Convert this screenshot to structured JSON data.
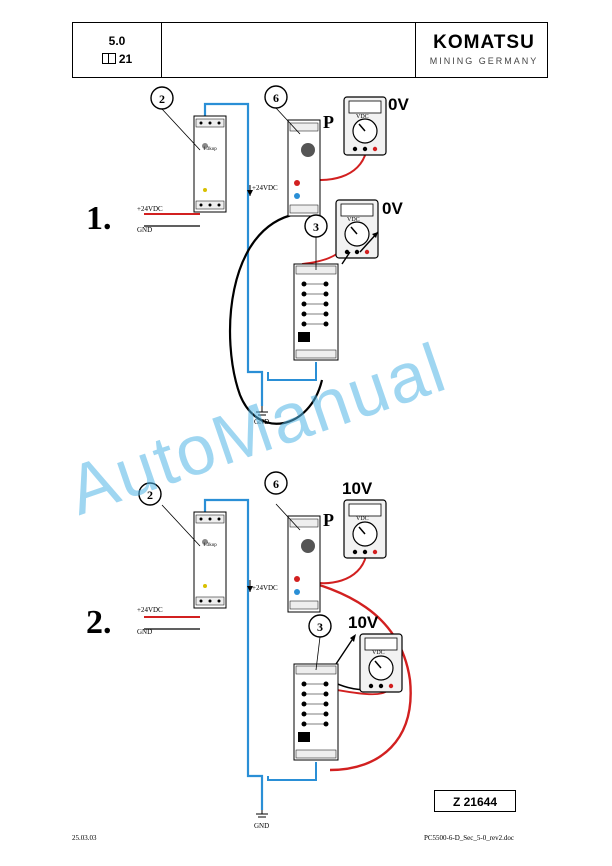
{
  "header": {
    "section": "5.0",
    "pages": "21",
    "brand": "KOMATSU",
    "brand_sub": "MINING GERMANY"
  },
  "steps": [
    {
      "number": "1.",
      "supply": "+24VDC",
      "gnd": "GND",
      "supply_mid": "+24VDC",
      "gnd_bottom": "GND",
      "callouts": [
        "2",
        "6",
        "3"
      ],
      "p_label": "P",
      "meter1": "0V",
      "meter2": "0V",
      "meter_unit": "VDC",
      "relay_label": "1.3kop"
    },
    {
      "number": "2.",
      "supply": "+24VDC",
      "gnd": "GND",
      "supply_mid": "+24VDC",
      "gnd_bottom": "GND",
      "callouts": [
        "2",
        "6",
        "3"
      ],
      "p_label": "P",
      "meter1": "10V",
      "meter2": "10V",
      "meter_unit": "VDC",
      "relay_label": "1.3kop"
    }
  ],
  "figure_id": "Z 21644",
  "watermark": "AutoManual",
  "footer": {
    "date": "25.03.03",
    "file": "PC5500-6-D_Sec_5-0_rev2.doc"
  },
  "colors": {
    "wire_blue": "#2a8fd6",
    "wire_red": "#d22020",
    "wire_black": "#000000",
    "watermark": "#50b4e6"
  }
}
